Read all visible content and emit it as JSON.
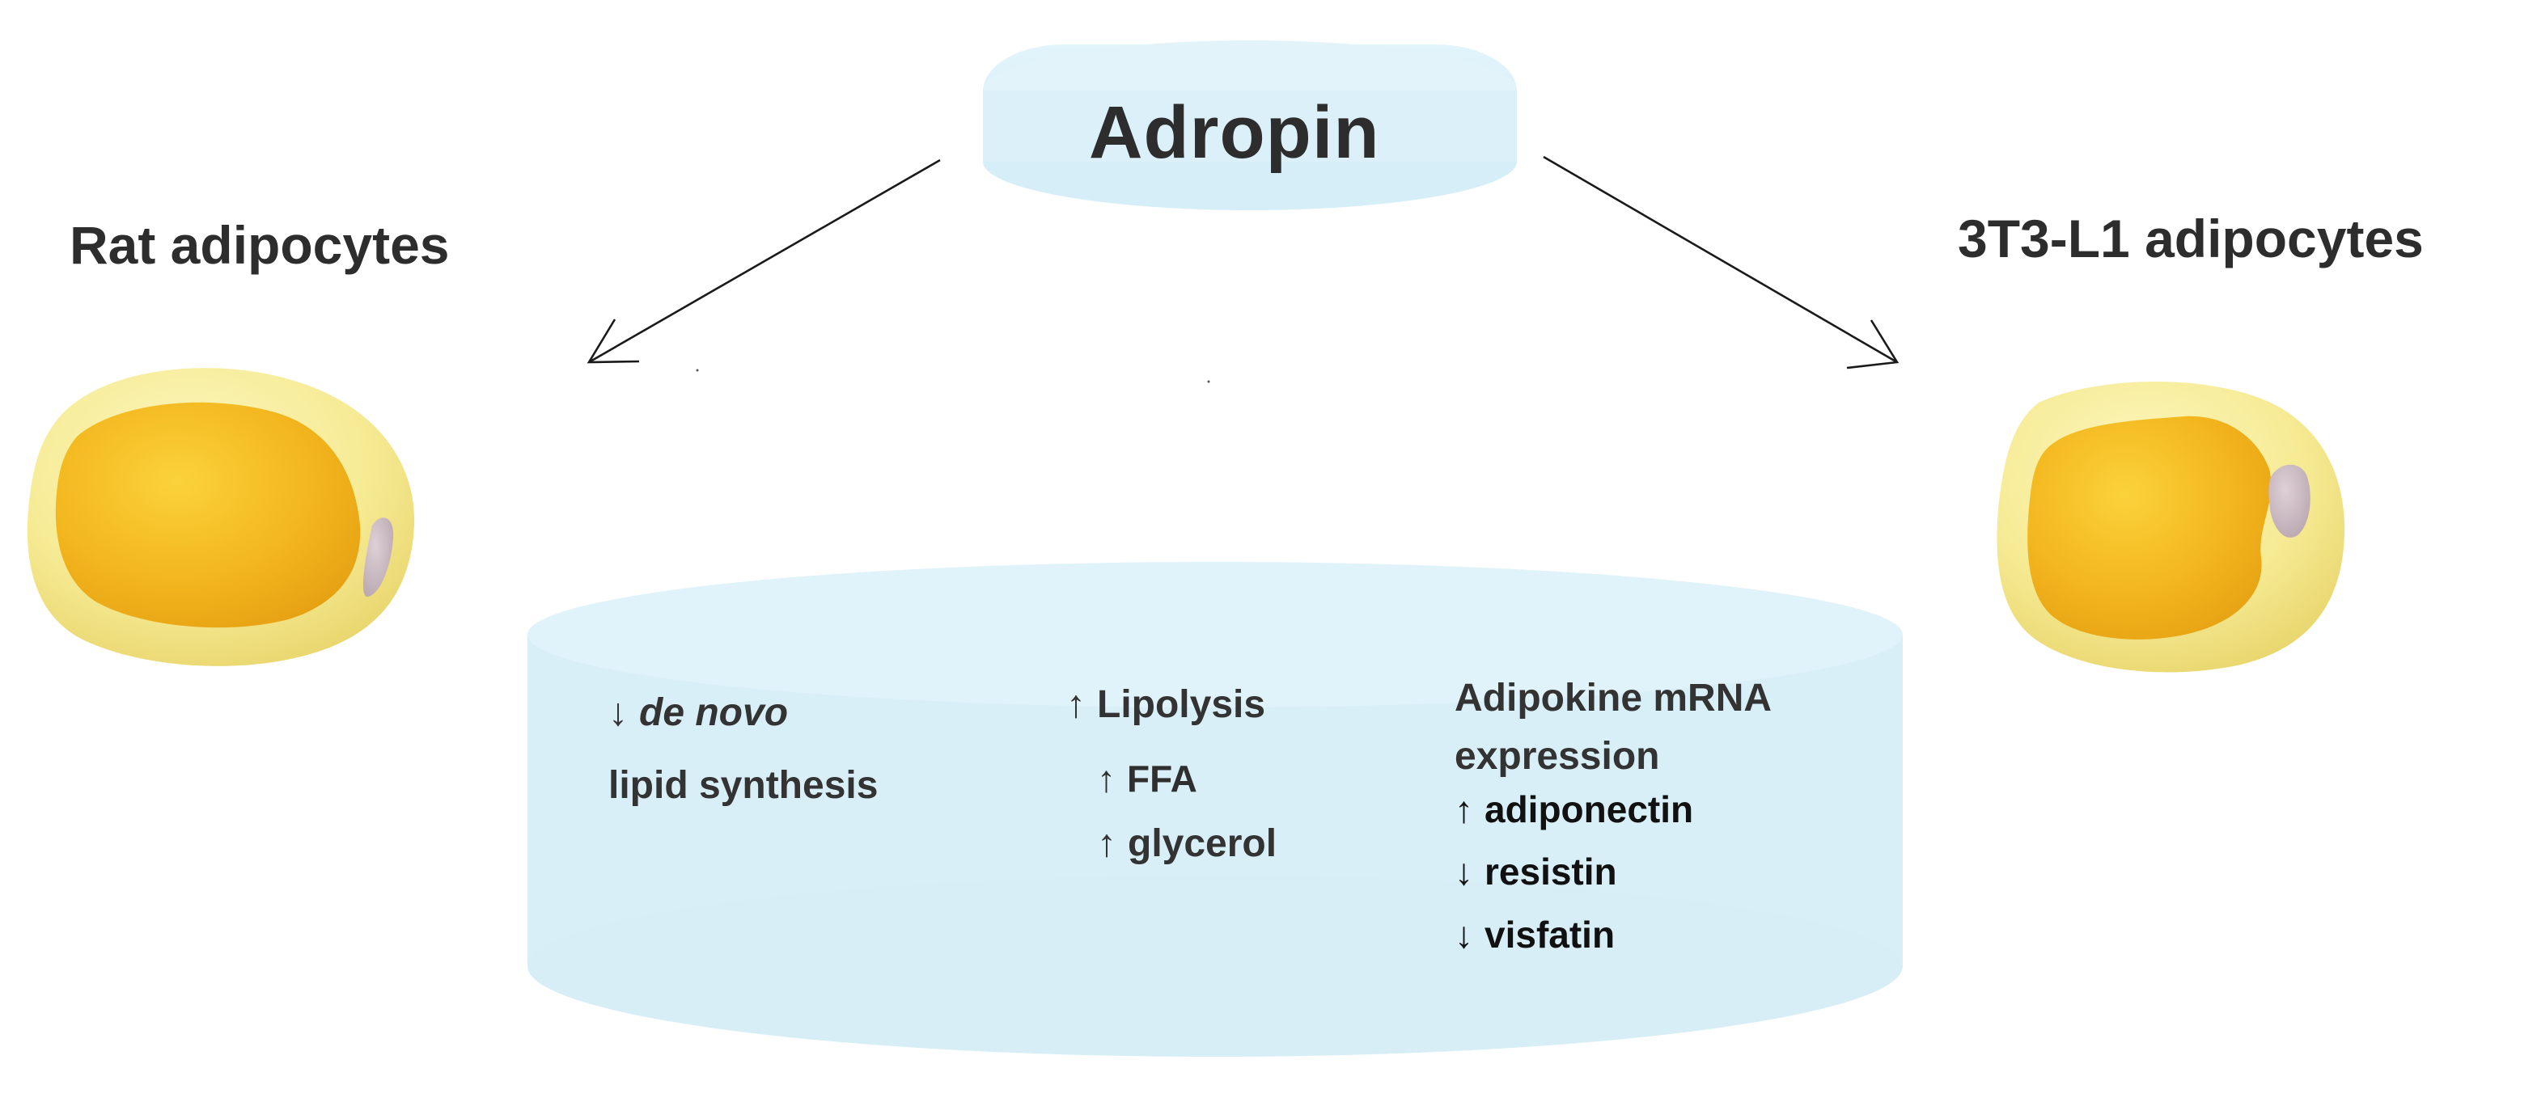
{
  "center": {
    "title": "Adropin"
  },
  "targets": {
    "left_title": "Rat adipocytes",
    "right_title": "3T3-L1 adipocytes"
  },
  "effects": {
    "synthesis": {
      "arrow": "↓",
      "emphasis": "de novo",
      "text": "lipid synthesis"
    },
    "lipolysis": {
      "arrow": "↑",
      "heading": "Lipolysis",
      "items": [
        {
          "arrow": "↑",
          "text": "FFA"
        },
        {
          "arrow": "↑",
          "text": "glycerol"
        }
      ]
    },
    "adipokine": {
      "heading_line1": "Adipokine mRNA",
      "heading_line2": "expression",
      "items": [
        {
          "arrow": "↑",
          "text": "adiponectin"
        },
        {
          "arrow": "↓",
          "text": "resistin"
        },
        {
          "arrow": "↓",
          "text": "visfatin"
        }
      ]
    }
  },
  "colors": {
    "ellipse_fill": "#dcf0f8",
    "cell_outer": "#f4e98f",
    "cell_inner": "#f1b21c",
    "nucleus": "#c9b8c0",
    "arrow_line": "#1a1a1a"
  },
  "icons": {
    "left_cell": "adipocyte-cell-icon",
    "right_cell": "adipocyte-cell-icon"
  }
}
